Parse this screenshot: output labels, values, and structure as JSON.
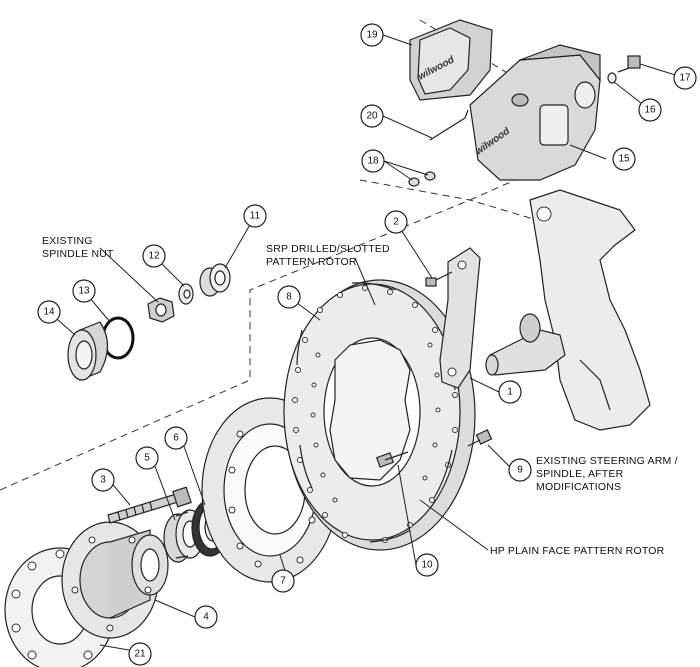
{
  "labels": {
    "existing_spindle_nut_1": "EXISTING",
    "existing_spindle_nut_2": "SPINDLE NUT",
    "srp_rotor_1": "SRP DRILLED/SLOTTED",
    "srp_rotor_2": "PATTERN ROTOR",
    "steering_arm_1": "EXISTING STEERING ARM /",
    "steering_arm_2": "SPINDLE, AFTER",
    "steering_arm_3": "MODIFICATIONS",
    "hp_rotor": "HP PLAIN FACE PATTERN ROTOR"
  },
  "logos": {
    "pad_logo": "wilwood",
    "caliper_logo": "wilwood"
  },
  "callouts": [
    "1",
    "2",
    "3",
    "4",
    "5",
    "6",
    "7",
    "8",
    "9",
    "10",
    "11",
    "12",
    "13",
    "14",
    "15",
    "16",
    "17",
    "18",
    "19",
    "20",
    "21"
  ]
}
